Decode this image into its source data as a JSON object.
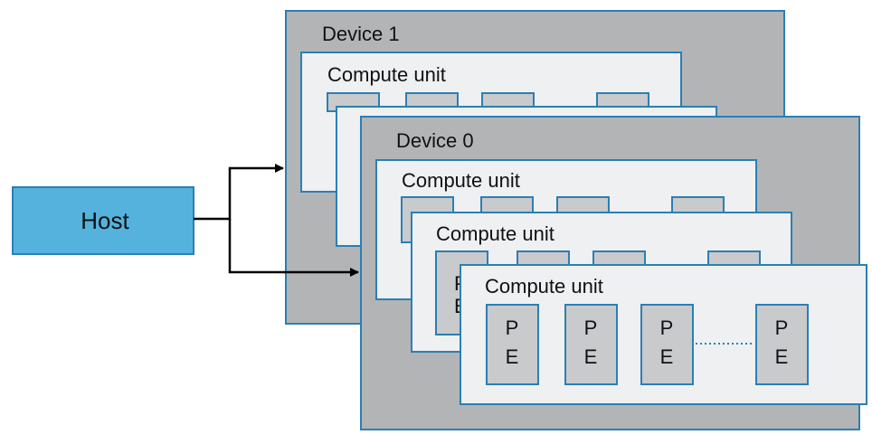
{
  "host": {
    "label": "Host"
  },
  "devices": [
    {
      "label": "Device 1"
    },
    {
      "label": "Device 0"
    }
  ],
  "compute_unit": {
    "label": "Compute unit"
  },
  "processing_element": {
    "line1": "P",
    "line2": "E"
  },
  "colors": {
    "device_fill": "#b3b4b6",
    "compute_unit_fill": "#eef0f1",
    "pe_fill": "#c9cacc",
    "host_fill": "#55b2dd",
    "border": "#2b7fb5"
  }
}
